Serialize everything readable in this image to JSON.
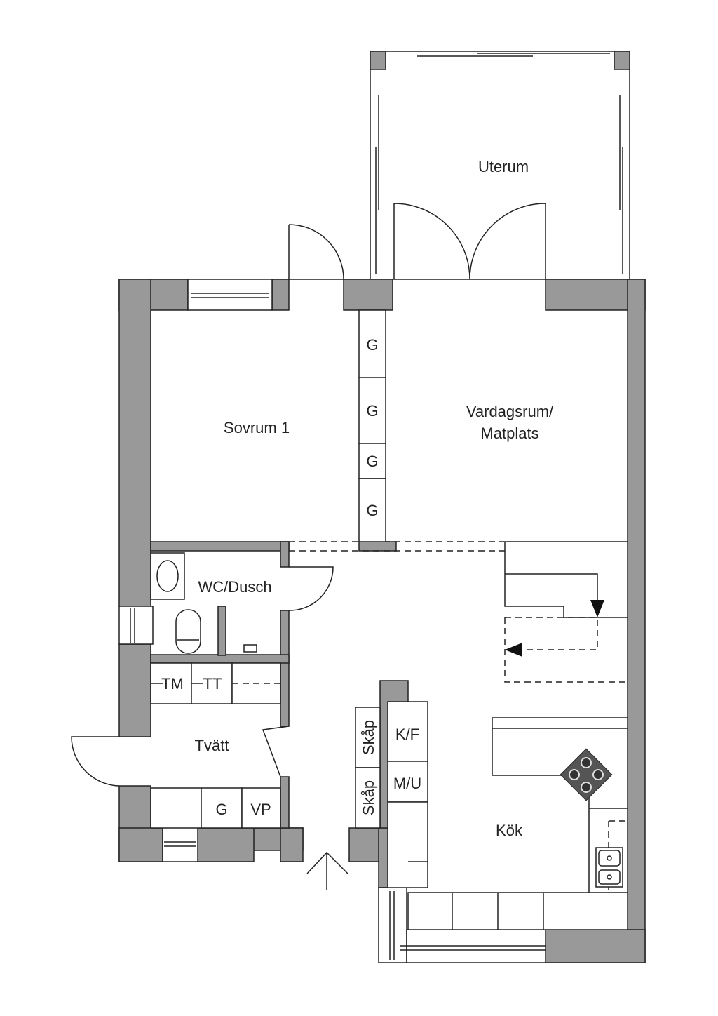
{
  "rooms": {
    "uterum": "Uterum",
    "sovrum": "Sovrum 1",
    "vardagsrum_line1": "Vardagsrum/",
    "vardagsrum_line2": "Matplats",
    "wc": "WC/Dusch",
    "tvatt": "Tvätt",
    "kok": "Kök"
  },
  "fixtures": {
    "wardrobes": [
      "G",
      "G",
      "G",
      "G"
    ],
    "tm": "TM",
    "tt": "TT",
    "laundry_g": "G",
    "vp": "VP",
    "skap": [
      "Skåp",
      "Skåp"
    ],
    "kf": "K/F",
    "mu": "M/U"
  },
  "colors": {
    "wall": "#999999",
    "line": "#222222"
  }
}
